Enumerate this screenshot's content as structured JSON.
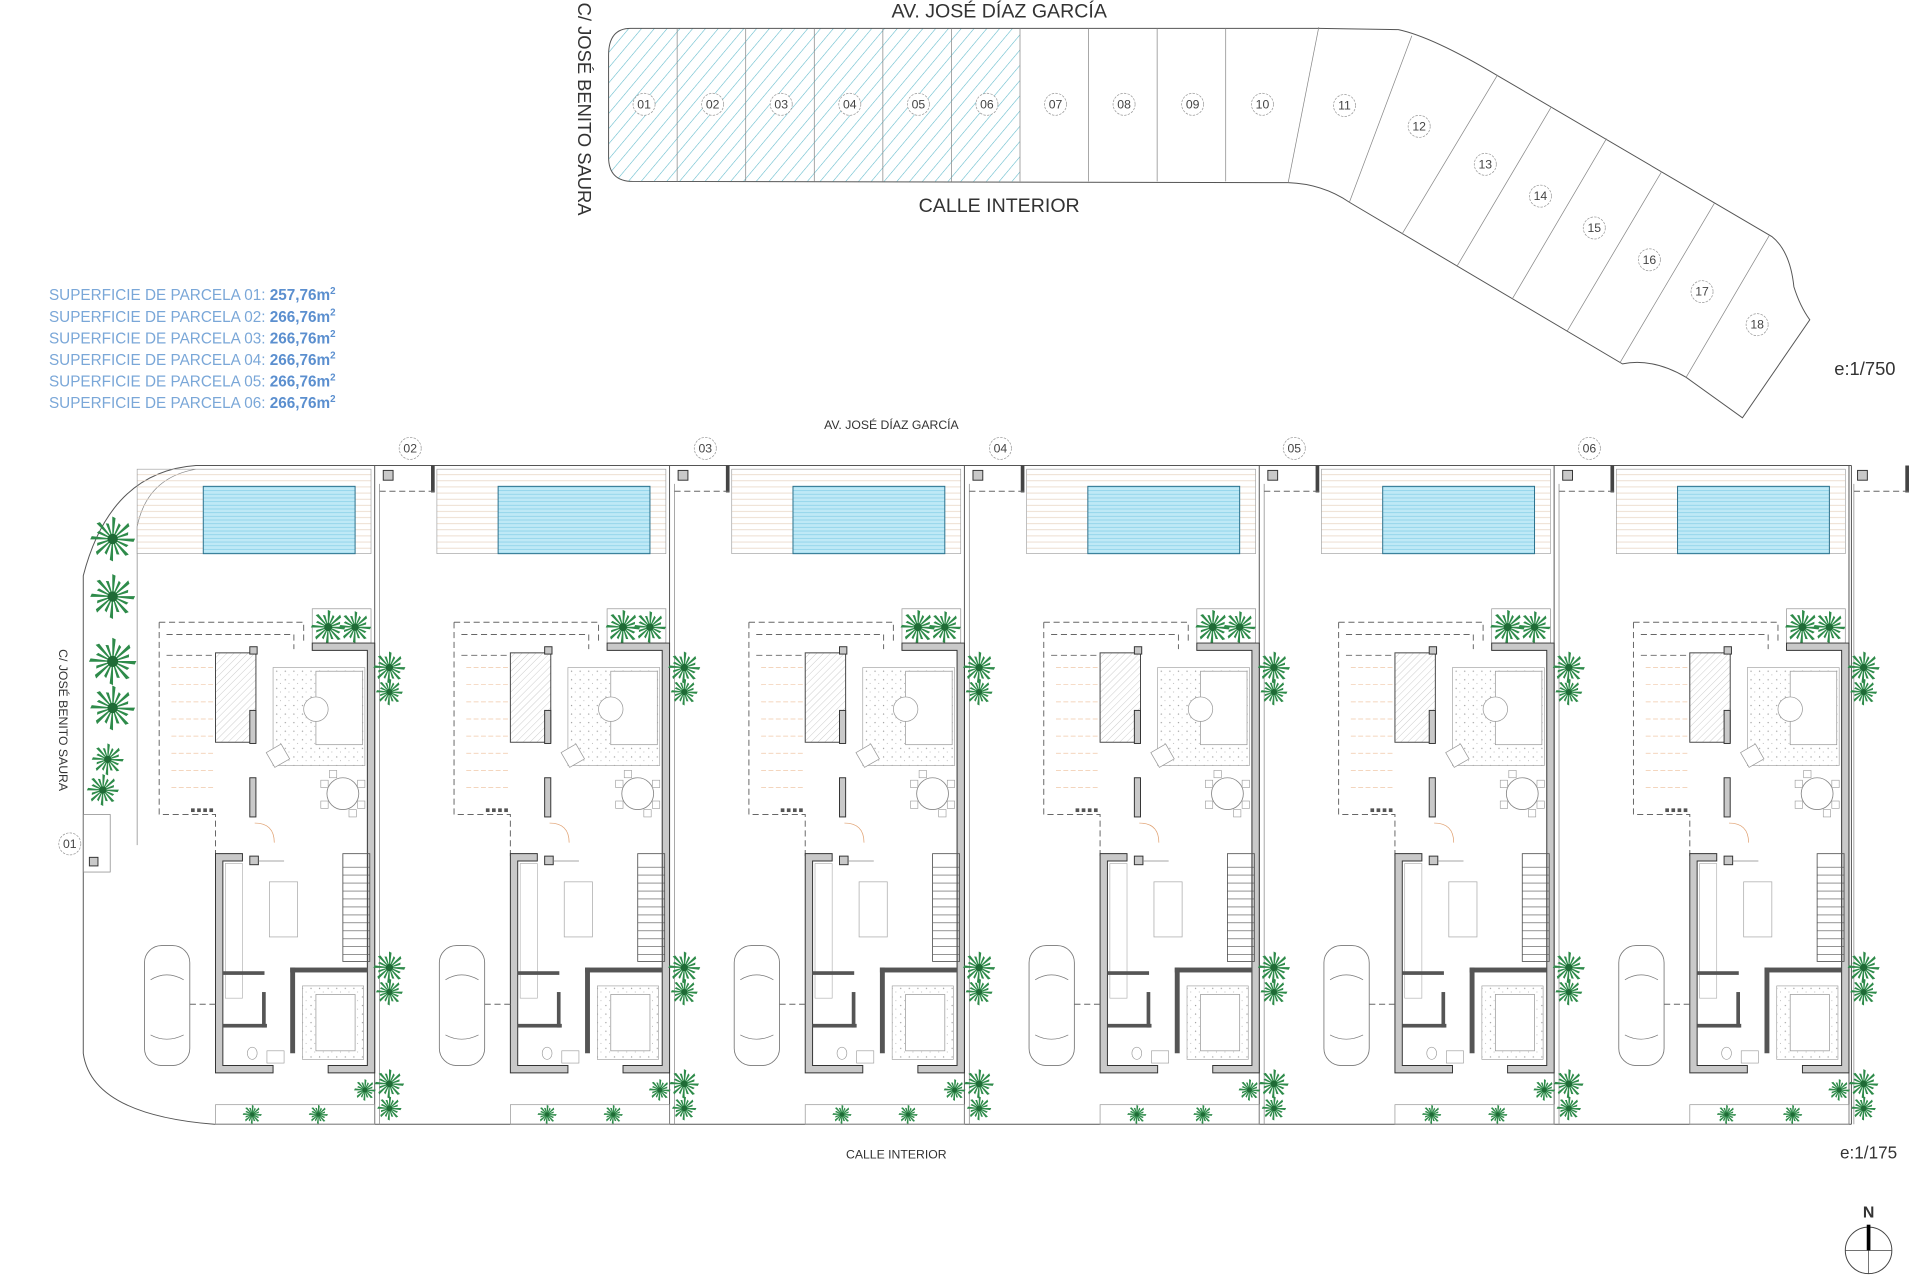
{
  "site_plan": {
    "street_top": "AV. JOSÉ DÍAZ GARCÍA",
    "street_bottom": "CALLE INTERIOR",
    "street_side": "C/ JOSÉ BENITO SAURA",
    "scale": "e:1/750",
    "lots": [
      "01",
      "02",
      "03",
      "04",
      "05",
      "06",
      "07",
      "08",
      "09",
      "10",
      "11",
      "12",
      "13",
      "14",
      "15",
      "16",
      "17",
      "18"
    ],
    "highlighted_lots": 6,
    "hatch_color": "#5bb8c9"
  },
  "legend": [
    {
      "label": "SUPERFICIE DE PARCELA 01: ",
      "value": "257,76m",
      "sup": "2"
    },
    {
      "label": "SUPERFICIE DE PARCELA 02: ",
      "value": "266,76m",
      "sup": "2"
    },
    {
      "label": "SUPERFICIE DE PARCELA 03: ",
      "value": "266,76m",
      "sup": "2"
    },
    {
      "label": "SUPERFICIE DE PARCELA 04: ",
      "value": "266,76m",
      "sup": "2"
    },
    {
      "label": "SUPERFICIE DE PARCELA 05: ",
      "value": "266,76m",
      "sup": "2"
    },
    {
      "label": "SUPERFICIE DE PARCELA 06: ",
      "value": "266,76m",
      "sup": "2"
    }
  ],
  "floor_plan": {
    "street_top": "AV. JOSÉ DÍAZ GARCÍA",
    "street_bottom": "CALLE INTERIOR",
    "street_side": "C/ JOSÉ BENITO SAURA",
    "scale": "e:1/175",
    "lot_markers": [
      "01",
      "02",
      "03",
      "04",
      "05",
      "06"
    ],
    "pool_color": "#aee3f2",
    "plant_color": "#2e8b4a"
  },
  "north_label": "N"
}
